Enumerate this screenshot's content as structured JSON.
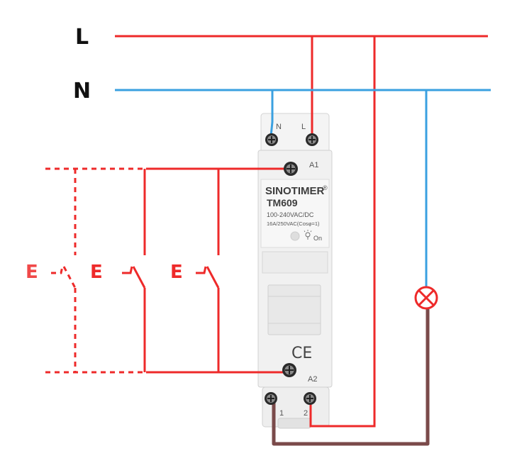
{
  "rails": {
    "live_label": "L",
    "neutral_label": "N"
  },
  "switches": {
    "label": "E"
  },
  "device": {
    "brand": "SINOTIMER",
    "registered_mark": "®",
    "model": "TM609",
    "voltage_spec": "100-240VAC/DC",
    "load_spec": "16A/250VAC(Cosφ=1)",
    "indicator_label": "On",
    "ce_mark": "CE",
    "terminals": {
      "top_n": "N",
      "top_l": "L",
      "a1": "A1",
      "a2": "A2",
      "out_1": "1",
      "out_2": "2"
    }
  },
  "colors": {
    "live_wire": "#ee2a2a",
    "neutral_wire": "#3aa0e0",
    "load_wire": "#7a4a4a",
    "device_body": "#f3f3f3"
  }
}
